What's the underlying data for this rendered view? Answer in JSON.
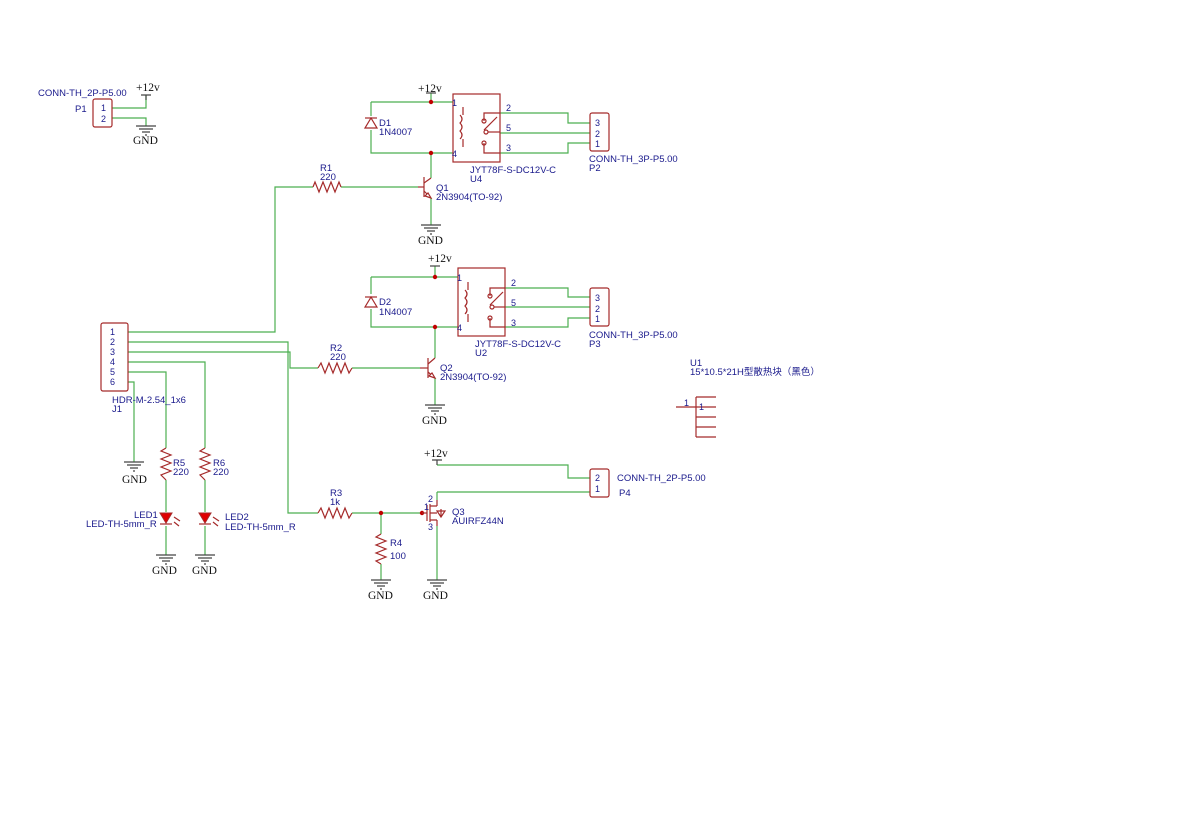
{
  "net_labels": {
    "vcc": "+12v",
    "gnd": "GND"
  },
  "components": {
    "P1": {
      "ref": "P1",
      "value": "CONN-TH_2P-P5.00",
      "pins": [
        "1",
        "2"
      ]
    },
    "J1": {
      "ref": "J1",
      "value": "HDR-M-2.54_1x6",
      "pins": [
        "1",
        "2",
        "3",
        "4",
        "5",
        "6"
      ]
    },
    "D1": {
      "ref": "D1",
      "value": "1N4007"
    },
    "D2": {
      "ref": "D2",
      "value": "1N4007"
    },
    "U4": {
      "ref": "U4",
      "value": "JYT78F-S-DC12V-C",
      "pins": [
        "1",
        "4",
        "2",
        "5",
        "3"
      ]
    },
    "U2": {
      "ref": "U2",
      "value": "JYT78F-S-DC12V-C",
      "pins": [
        "1",
        "4",
        "2",
        "5",
        "3"
      ]
    },
    "P2": {
      "ref": "P2",
      "value": "CONN-TH_3P-P5.00",
      "pins": [
        "3",
        "2",
        "1"
      ]
    },
    "P3": {
      "ref": "P3",
      "value": "CONN-TH_3P-P5.00",
      "pins": [
        "3",
        "2",
        "1"
      ]
    },
    "R1": {
      "ref": "R1",
      "value": "220"
    },
    "R2": {
      "ref": "R2",
      "value": "220"
    },
    "R3": {
      "ref": "R3",
      "value": "1k"
    },
    "R4": {
      "ref": "R4",
      "value": "100"
    },
    "R5": {
      "ref": "R5",
      "value": "220"
    },
    "R6": {
      "ref": "R6",
      "value": "220"
    },
    "Q1": {
      "ref": "Q1",
      "value": "2N3904(TO-92)"
    },
    "Q2": {
      "ref": "Q2",
      "value": "2N3904(TO-92)"
    },
    "Q3": {
      "ref": "Q3",
      "value": "AUIRFZ44N",
      "pins": [
        "1",
        "2",
        "3"
      ]
    },
    "LED1": {
      "ref": "LED1",
      "value": "LED-TH-5mm_R"
    },
    "LED2": {
      "ref": "LED2",
      "value": "LED-TH-5mm_R"
    },
    "P4": {
      "ref": "P4",
      "value": "CONN-TH_2P-P5.00",
      "pins": [
        "2",
        "1"
      ]
    },
    "U1": {
      "ref": "U1",
      "value": "15*10.5*21H型散热块（黑色）",
      "pins": [
        "1",
        "1"
      ]
    }
  },
  "colors": {
    "wire": "#4caf50",
    "part": "#a52a2a",
    "text": "#1a1a8c",
    "junction": "#c00000",
    "led": "#e00000"
  }
}
